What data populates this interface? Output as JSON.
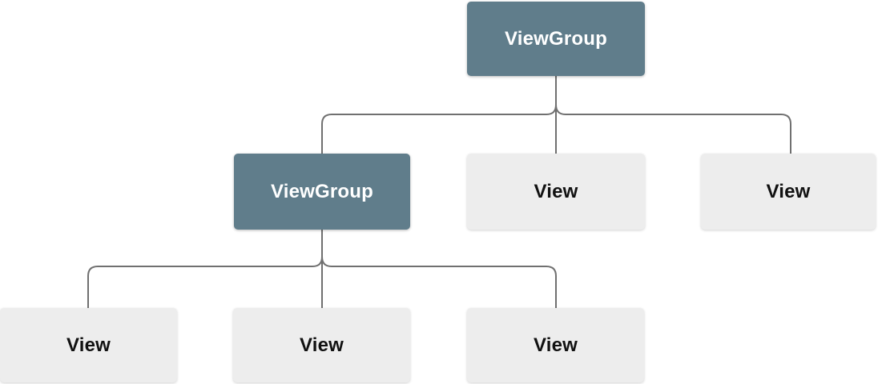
{
  "colors": {
    "canvas_bg": "#ffffff",
    "viewgroup_fill": "#607d8b",
    "viewgroup_text": "#ffffff",
    "view_fill": "#ededed",
    "view_text": "#111111",
    "edge": "#707070"
  },
  "nodes": [
    {
      "id": "viewgroup-root",
      "label": "ViewGroup",
      "type": "viewgroup"
    },
    {
      "id": "viewgroup-child",
      "label": "ViewGroup",
      "type": "viewgroup"
    },
    {
      "id": "view-middle",
      "label": "View",
      "type": "view"
    },
    {
      "id": "view-right",
      "label": "View",
      "type": "view"
    },
    {
      "id": "view-bottom-left",
      "label": "View",
      "type": "view"
    },
    {
      "id": "view-bottom-middle",
      "label": "View",
      "type": "view"
    },
    {
      "id": "view-bottom-right",
      "label": "View",
      "type": "view"
    }
  ],
  "edges": [
    {
      "from": "viewgroup-root",
      "to": "viewgroup-child"
    },
    {
      "from": "viewgroup-root",
      "to": "view-middle"
    },
    {
      "from": "viewgroup-root",
      "to": "view-right"
    },
    {
      "from": "viewgroup-child",
      "to": "view-bottom-left"
    },
    {
      "from": "viewgroup-child",
      "to": "view-bottom-middle"
    },
    {
      "from": "viewgroup-child",
      "to": "view-bottom-right"
    }
  ]
}
